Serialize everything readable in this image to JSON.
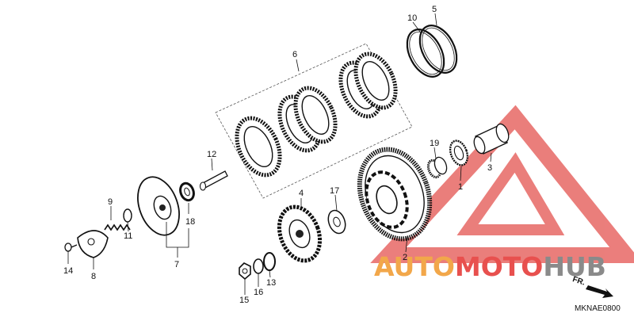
{
  "callouts": {
    "c1": "1",
    "c2": "2",
    "c3": "3",
    "c4": "4",
    "c5": "5",
    "c6": "6",
    "c7": "7",
    "c8": "8",
    "c9": "9",
    "c10": "10",
    "c11": "11",
    "c12": "12",
    "c13": "13",
    "c14": "14",
    "c15": "15",
    "c16": "16",
    "c17": "17",
    "c18": "18",
    "c19": "19"
  },
  "watermark": {
    "part1": "AUTO",
    "part2": "MOTO",
    "part3": "HUB",
    "color_orange": "#f2a74a",
    "color_red": "#e8504e",
    "color_gray": "#8a8a8a"
  },
  "direction_label": "FR.",
  "diagram_code": "MKNAE0800"
}
